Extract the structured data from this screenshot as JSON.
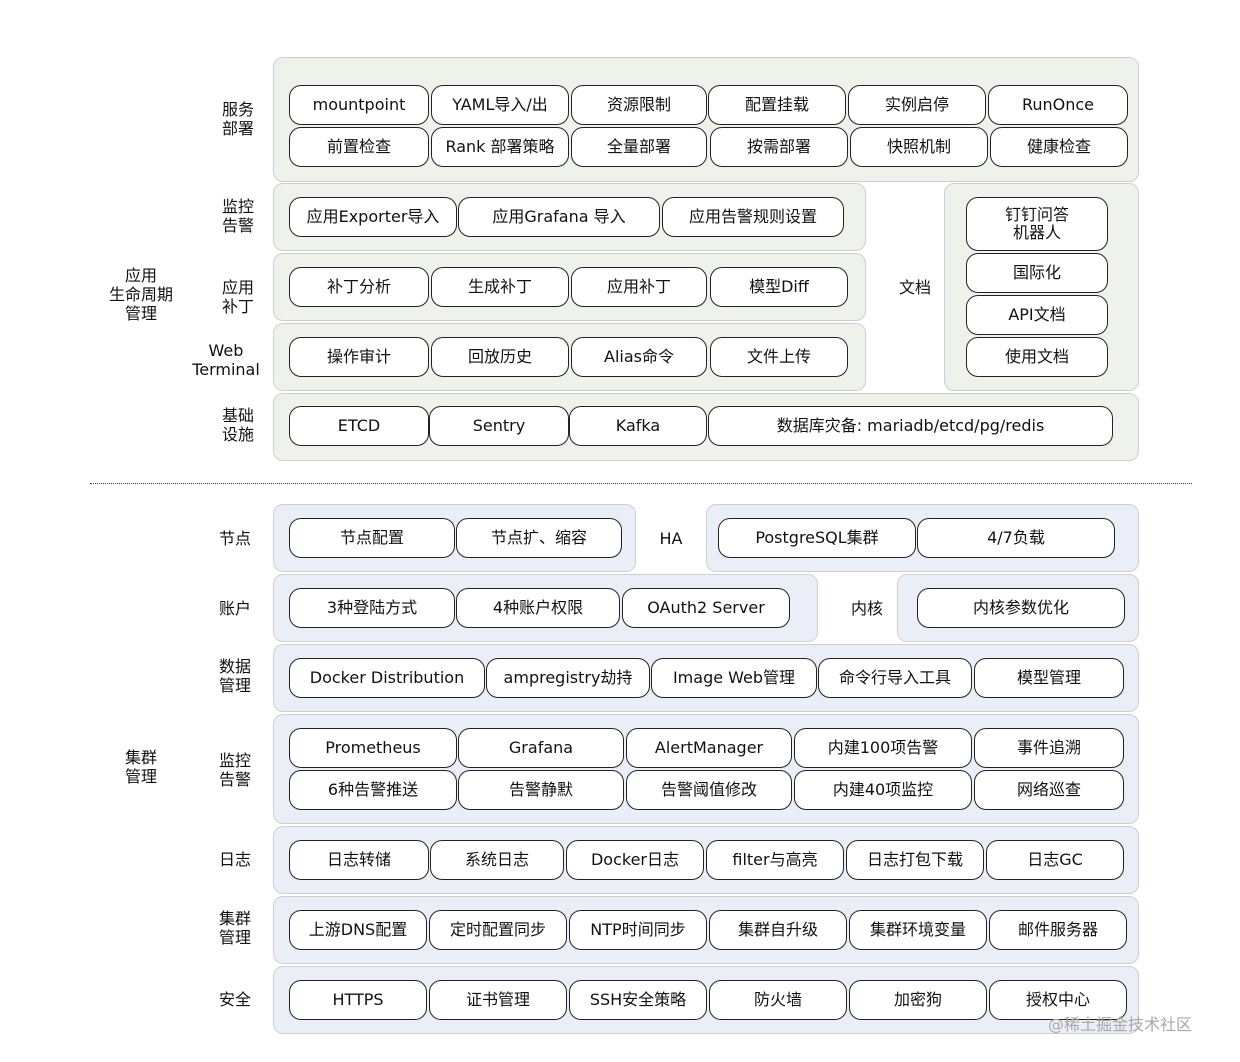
{
  "groups": {
    "lifecycle": "应用\n生命周期\n管理",
    "cluster": "集群\n管理"
  },
  "top": {
    "deploy": {
      "label": "服务\n部署",
      "items": [
        "mountpoint",
        "YAML导入/出",
        "资源限制",
        "配置挂载",
        "实例启停",
        "RunOnce",
        "前置检查",
        "Rank 部署策略",
        "全量部署",
        "按需部署",
        "快照机制",
        "健康检查"
      ]
    },
    "monitor": {
      "label": "监控\n告警",
      "items": [
        "应用Exporter导入",
        "应用Grafana 导入",
        "应用告警规则设置"
      ]
    },
    "patch": {
      "label": "应用\n补丁",
      "items": [
        "补丁分析",
        "生成补丁",
        "应用补丁",
        "模型Diff"
      ]
    },
    "terminal": {
      "label": "Web\nTerminal",
      "items": [
        "操作审计",
        "回放历史",
        "Alias命令",
        "文件上传"
      ]
    },
    "docs": {
      "label": "文档",
      "items": [
        "钉钉问答\n机器人",
        "国际化",
        "API文档",
        "使用文档"
      ]
    },
    "infra": {
      "label": "基础\n设施",
      "items": [
        "ETCD",
        "Sentry",
        "Kafka",
        "数据库灾备: mariadb/etcd/pg/redis"
      ]
    }
  },
  "bottom": {
    "node": {
      "label": "节点",
      "items": [
        "节点配置",
        "节点扩、缩容"
      ]
    },
    "ha": {
      "label": "HA",
      "items": [
        "PostgreSQL集群",
        "4/7负载"
      ]
    },
    "account": {
      "label": "账户",
      "items": [
        "3种登陆方式",
        "4种账户权限",
        "OAuth2 Server"
      ]
    },
    "kernel": {
      "label": "内核",
      "items": [
        "内核参数优化"
      ]
    },
    "data": {
      "label": "数据\n管理",
      "items": [
        "Docker Distribution",
        "ampregistry劫持",
        "Image Web管理",
        "命令行导入工具",
        "模型管理"
      ]
    },
    "monitor": {
      "label": "监控\n告警",
      "items": [
        "Prometheus",
        "Grafana",
        "AlertManager",
        "内建100项告警",
        "事件追溯",
        "6种告警推送",
        "告警静默",
        "告警阈值修改",
        "内建40项监控",
        "网络巡查"
      ]
    },
    "log": {
      "label": "日志",
      "items": [
        "日志转储",
        "系统日志",
        "Docker日志",
        "filter与高亮",
        "日志打包下载",
        "日志GC"
      ]
    },
    "cluster": {
      "label": "集群\n管理",
      "items": [
        "上游DNS配置",
        "定时配置同步",
        "NTP时间同步",
        "集群自升级",
        "集群环境变量",
        "邮件服务器"
      ]
    },
    "security": {
      "label": "安全",
      "items": [
        "HTTPS",
        "证书管理",
        "SSH安全策略",
        "防火墙",
        "加密狗",
        "授权中心"
      ]
    }
  },
  "watermark": "@稀土掘金技术社区",
  "colors": {
    "top_panel": "#eef2ea",
    "bottom_panel": "#eaeef6",
    "pill_border": "#222222"
  }
}
